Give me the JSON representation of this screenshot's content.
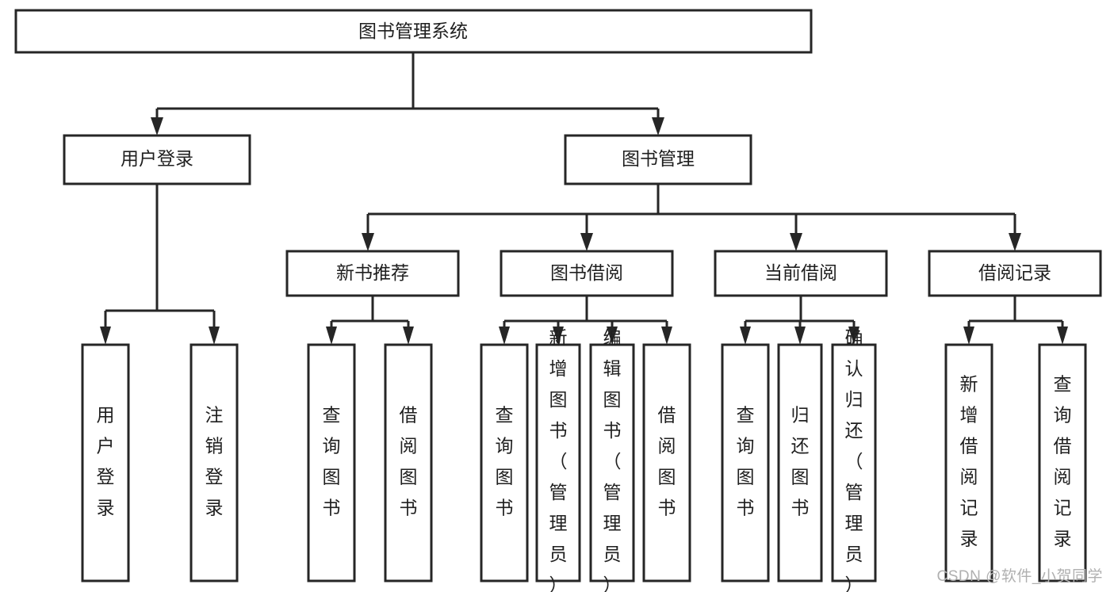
{
  "diagram": {
    "type": "tree-hierarchy-chart",
    "title": "图书管理系统",
    "watermark": "CSDN @软件_小贺同学",
    "colors": {
      "box_stroke": "#262626",
      "box_fill": "#ffffff",
      "text": "#1f1f1f",
      "watermark": "#b0b0b0",
      "background": "#ffffff"
    },
    "levels": [
      {
        "level": 1,
        "nodes": [
          {
            "id": "root",
            "label": "图书管理系统",
            "orientation": "horizontal"
          }
        ]
      },
      {
        "level": 2,
        "nodes": [
          {
            "id": "login",
            "label": "用户登录",
            "orientation": "horizontal",
            "parent": "root"
          },
          {
            "id": "bookmgmt",
            "label": "图书管理",
            "orientation": "horizontal",
            "parent": "root"
          }
        ]
      },
      {
        "level": 3,
        "nodes": [
          {
            "id": "newbook",
            "label": "新书推荐",
            "orientation": "horizontal",
            "parent": "bookmgmt"
          },
          {
            "id": "borrow",
            "label": "图书借阅",
            "orientation": "horizontal",
            "parent": "bookmgmt"
          },
          {
            "id": "current",
            "label": "当前借阅",
            "orientation": "horizontal",
            "parent": "bookmgmt"
          },
          {
            "id": "records",
            "label": "借阅记录",
            "orientation": "horizontal",
            "parent": "bookmgmt"
          }
        ]
      },
      {
        "level": 4,
        "nodes": [
          {
            "id": "leaf-1",
            "label": "用户登录",
            "orientation": "vertical",
            "parent": "login"
          },
          {
            "id": "leaf-2",
            "label": "注销登录",
            "orientation": "vertical",
            "parent": "login"
          },
          {
            "id": "leaf-3",
            "label": "查询图书",
            "orientation": "vertical",
            "parent": "newbook"
          },
          {
            "id": "leaf-4",
            "label": "借阅图书",
            "orientation": "vertical",
            "parent": "newbook"
          },
          {
            "id": "leaf-5",
            "label": "查询图书",
            "orientation": "vertical",
            "parent": "borrow"
          },
          {
            "id": "leaf-6",
            "label": "新增图书（管理员）",
            "orientation": "vertical",
            "parent": "borrow"
          },
          {
            "id": "leaf-7",
            "label": "编辑图书（管理员）",
            "orientation": "vertical",
            "parent": "borrow"
          },
          {
            "id": "leaf-8",
            "label": "借阅图书",
            "orientation": "vertical",
            "parent": "borrow"
          },
          {
            "id": "leaf-9",
            "label": "查询图书",
            "orientation": "vertical",
            "parent": "current"
          },
          {
            "id": "leaf-10",
            "label": "归还图书",
            "orientation": "vertical",
            "parent": "current"
          },
          {
            "id": "leaf-11",
            "label": "确认归还（管理员）",
            "orientation": "vertical",
            "parent": "current"
          },
          {
            "id": "leaf-12",
            "label": "新增借阅记录",
            "orientation": "vertical",
            "parent": "records"
          },
          {
            "id": "leaf-13",
            "label": "查询借阅记录",
            "orientation": "vertical",
            "parent": "records"
          }
        ]
      }
    ]
  }
}
